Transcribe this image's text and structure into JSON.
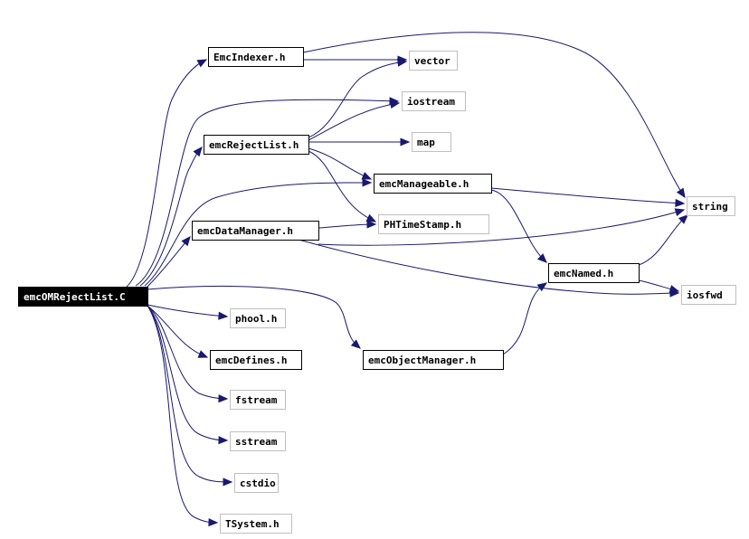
{
  "diagram": {
    "root": "emcOMRejectList.C",
    "nodes": [
      {
        "id": "root",
        "label": "emcOMRejectList.C",
        "style": "root"
      },
      {
        "id": "indexer",
        "label": "EmcIndexer.h",
        "style": "solid"
      },
      {
        "id": "vector",
        "label": "vector",
        "style": "light"
      },
      {
        "id": "iostream",
        "label": "iostream",
        "style": "light"
      },
      {
        "id": "rejectlist",
        "label": "emcRejectList.h",
        "style": "solid"
      },
      {
        "id": "map",
        "label": "map",
        "style": "light"
      },
      {
        "id": "manageable",
        "label": "emcManageable.h",
        "style": "solid"
      },
      {
        "id": "string",
        "label": "string",
        "style": "light"
      },
      {
        "id": "datamanager",
        "label": "emcDataManager.h",
        "style": "solid"
      },
      {
        "id": "phtimestamp",
        "label": "PHTimeStamp.h",
        "style": "light"
      },
      {
        "id": "named",
        "label": "emcNamed.h",
        "style": "solid"
      },
      {
        "id": "iosfwd",
        "label": "iosfwd",
        "style": "light"
      },
      {
        "id": "phool",
        "label": "phool.h",
        "style": "light"
      },
      {
        "id": "objectmanager",
        "label": "emcObjectManager.h",
        "style": "solid"
      },
      {
        "id": "defines",
        "label": "emcDefines.h",
        "style": "solid"
      },
      {
        "id": "fstream",
        "label": "fstream",
        "style": "light"
      },
      {
        "id": "sstream",
        "label": "sstream",
        "style": "light"
      },
      {
        "id": "cstdio",
        "label": "cstdio",
        "style": "light"
      },
      {
        "id": "tsystem",
        "label": "TSystem.h",
        "style": "light"
      }
    ],
    "edges": [
      [
        "root",
        "indexer"
      ],
      [
        "root",
        "iostream"
      ],
      [
        "root",
        "rejectlist"
      ],
      [
        "root",
        "manageable"
      ],
      [
        "root",
        "datamanager"
      ],
      [
        "root",
        "phool"
      ],
      [
        "root",
        "objectmanager"
      ],
      [
        "root",
        "defines"
      ],
      [
        "root",
        "fstream"
      ],
      [
        "root",
        "sstream"
      ],
      [
        "root",
        "cstdio"
      ],
      [
        "root",
        "tsystem"
      ],
      [
        "indexer",
        "vector"
      ],
      [
        "indexer",
        "string"
      ],
      [
        "rejectlist",
        "vector"
      ],
      [
        "rejectlist",
        "iostream"
      ],
      [
        "rejectlist",
        "map"
      ],
      [
        "rejectlist",
        "manageable"
      ],
      [
        "rejectlist",
        "phtimestamp"
      ],
      [
        "manageable",
        "string"
      ],
      [
        "manageable",
        "named"
      ],
      [
        "datamanager",
        "phtimestamp"
      ],
      [
        "datamanager",
        "string"
      ],
      [
        "datamanager",
        "iosfwd"
      ],
      [
        "named",
        "string"
      ],
      [
        "named",
        "iosfwd"
      ],
      [
        "objectmanager",
        "named"
      ]
    ]
  }
}
